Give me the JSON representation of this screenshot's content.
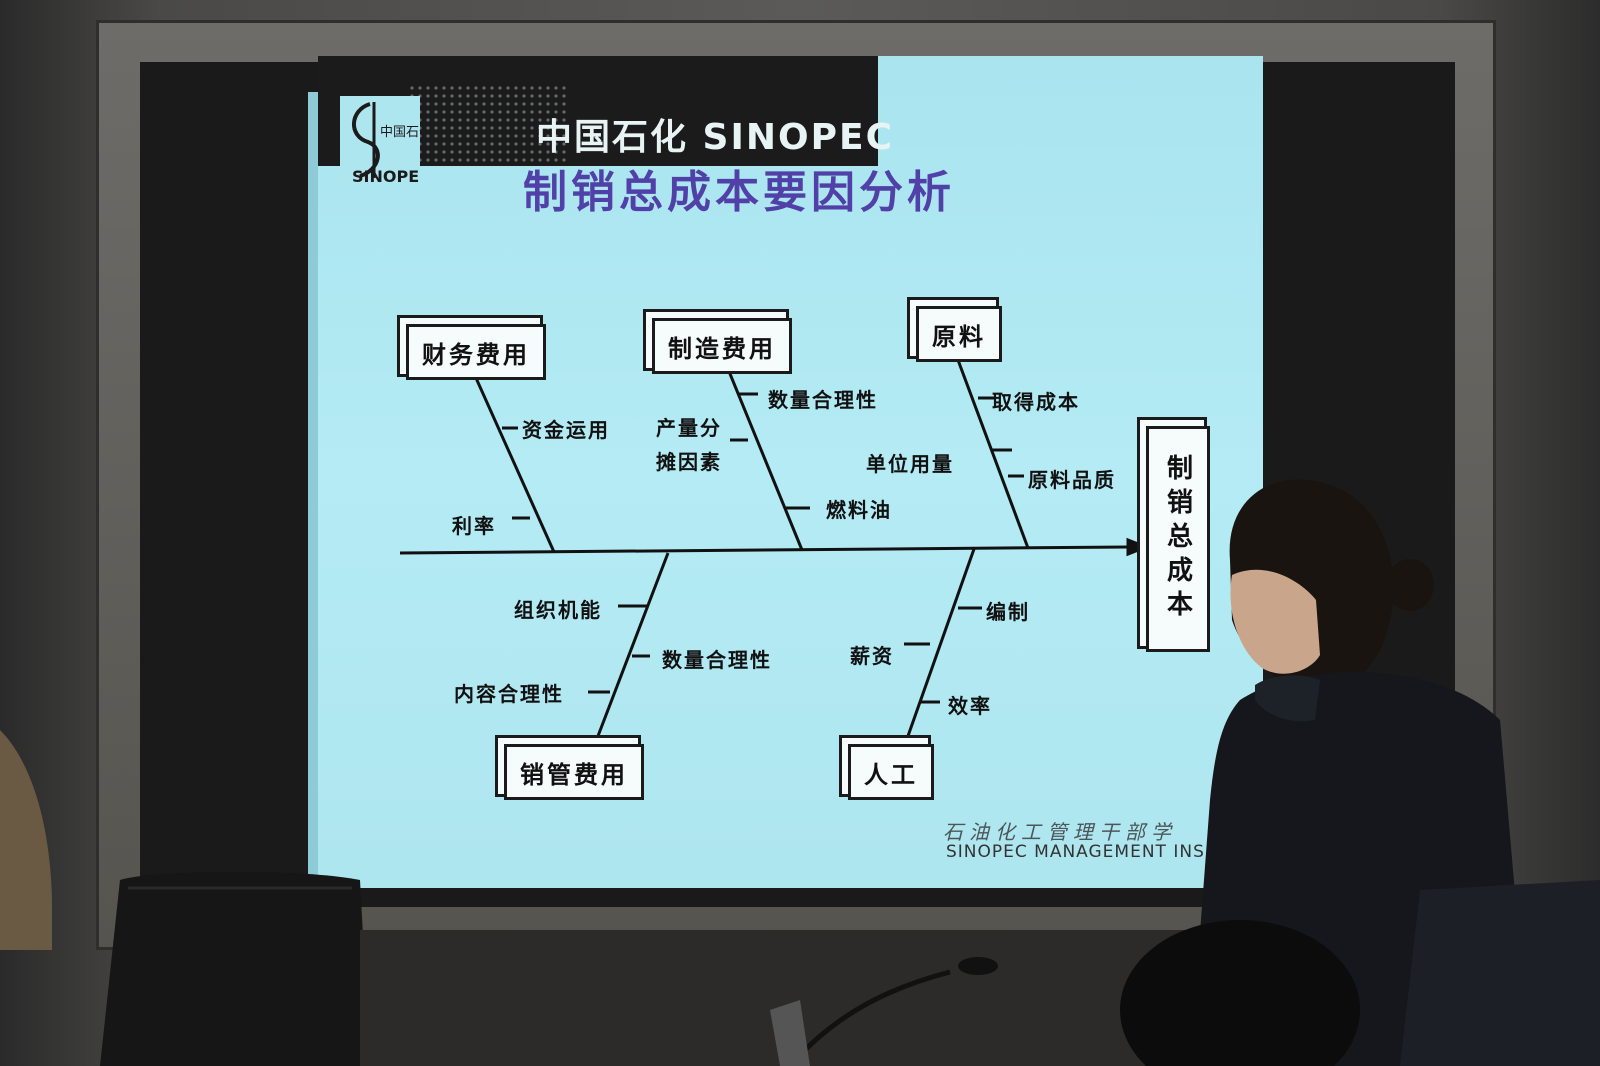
{
  "slide": {
    "brand": "中国石化   SINOPEC",
    "logo_text": "SINOPEC",
    "title": "制销总成本要因分析",
    "footer_cn": "石油化工管理干部学",
    "footer_en": "SINOPEC MANAGEMENT INS"
  },
  "fishbone": {
    "head": "制销总成本",
    "categories": {
      "finance": "财务费用",
      "manufacturing": "制造费用",
      "raw_material": "原料",
      "sales_admin": "销管费用",
      "labor": "人工"
    },
    "causes": {
      "finance": [
        "资金运用",
        "利率"
      ],
      "manufacturing": [
        "数量合理性",
        "产量分",
        "摊因素",
        "燃料油"
      ],
      "raw_material": [
        "取得成本",
        "单位用量",
        "原料品质"
      ],
      "sales_admin": [
        "组织机能",
        "数量合理性",
        "内容合理性"
      ],
      "labor": [
        "编制",
        "薪资",
        "效率"
      ]
    }
  },
  "colors": {
    "slide_bg": "#b0e8f2",
    "title": "#5040a8",
    "ink": "#111111"
  }
}
